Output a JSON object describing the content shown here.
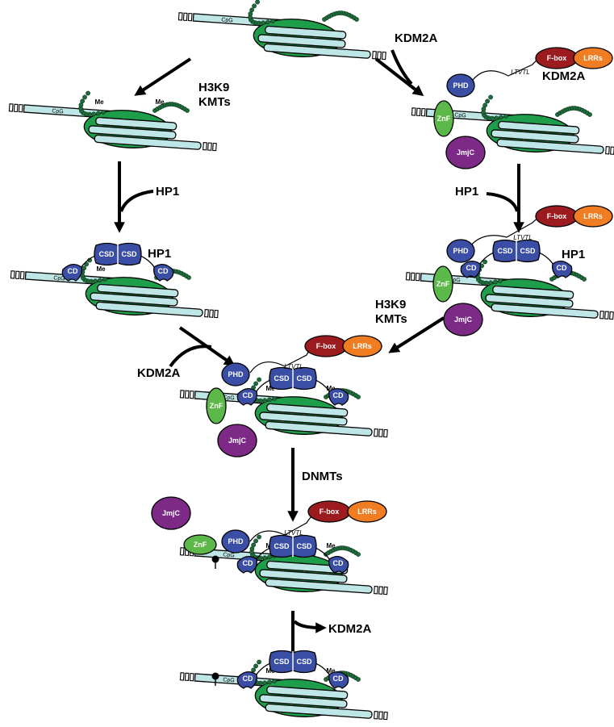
{
  "labels": {
    "h3k9_kmts": [
      "H3K9",
      "KMTs"
    ],
    "hp1": "HP1",
    "kdm2a": "KDM2A",
    "dnmts": "DNMTs"
  },
  "domains": {
    "cpg": "CpG",
    "me": "Me",
    "phd": "PHD",
    "znf": "ZnF",
    "jmjc": "JmjC",
    "fbox": "F-box",
    "lrrs": "LRRs",
    "csd": "CSD",
    "cd": "CD",
    "linker": "LTVTL"
  },
  "colors": {
    "dna": "#bfe6e6",
    "histone": "#1e9e4a",
    "tail": "#1f6b3a",
    "hp1": "#3b4ea6",
    "phd": "#3b4ea6",
    "znf": "#5cb848",
    "jmjc": "#7d2a86",
    "fbox": "#9c1b1f",
    "lrrs": "#f07d22"
  }
}
